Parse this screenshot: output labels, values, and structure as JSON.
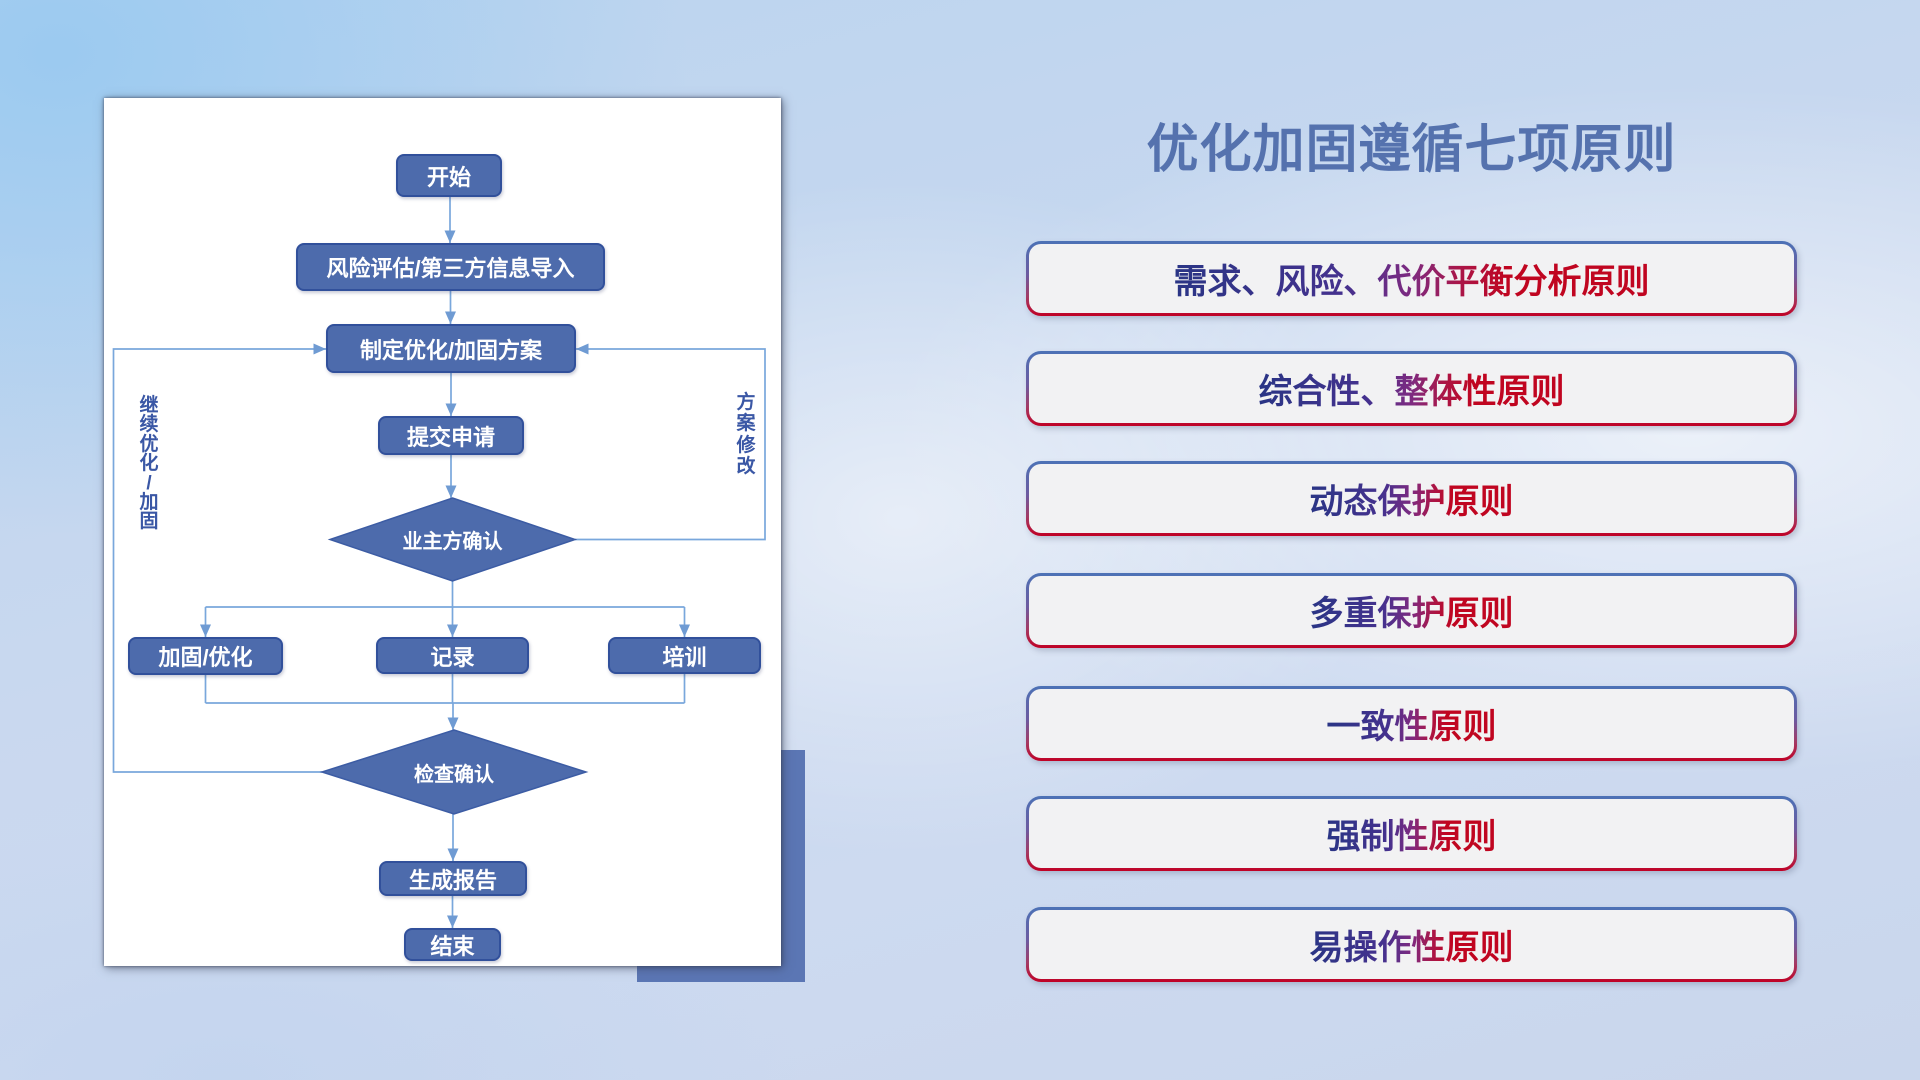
{
  "title": "优化加固遵循七项原则",
  "flowchart": {
    "nodes": {
      "start": "开始",
      "risk": "风险评估/第三方信息导入",
      "plan": "制定优化/加固方案",
      "submit": "提交申请",
      "owner_confirm": "业主方确认",
      "reinforce": "加固/优化",
      "record": "记录",
      "training": "培训",
      "check_confirm": "检查确认",
      "report": "生成报告",
      "end": "结束"
    },
    "loop_labels": {
      "left": "继续优化/加固",
      "right": "方案修改"
    }
  },
  "principles": [
    "需求、风险、代价平衡分析原则",
    "综合性、整体性原则",
    "动态保护原则",
    "多重保护原则",
    "一致性原则",
    "强制性原则",
    "易操作性原则"
  ],
  "colors": {
    "node_fill": "#4d6bac",
    "node_border": "#31509b",
    "connector": "#79a7dc",
    "arrow": "#6f9bd3",
    "title": "#5572ae",
    "text_gradient_start": "#2a3585",
    "text_gradient_end": "#c00420",
    "border_gradient_start": "#4c72b6",
    "border_gradient_end": "#c00024",
    "accent_square": "#5b76b4"
  }
}
